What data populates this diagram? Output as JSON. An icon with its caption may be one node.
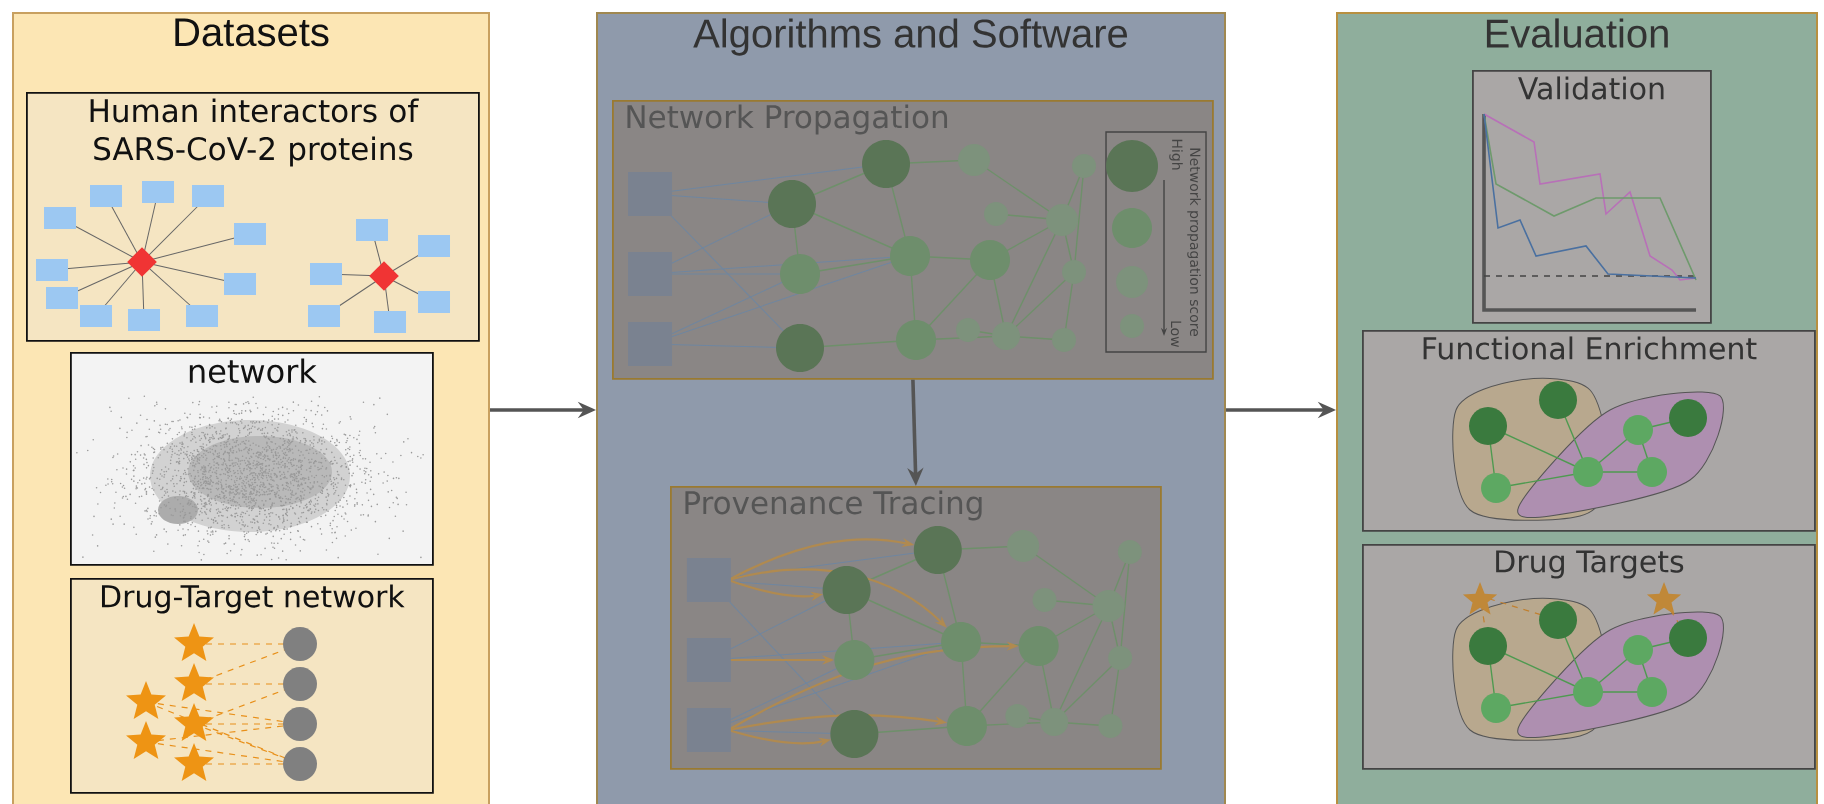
{
  "diagram": {
    "nodes": [
      {
        "text": [
          "Datasets"
        ]
      },
      {
        "text": [
          "Human interactors of SARS-CoV-2 proteins"
        ],
        "in": 0
      },
      {
        "text": [
          "network"
        ],
        "in": 0
      },
      {
        "text": [
          "Drug-Target network"
        ],
        "in": 0
      },
      {
        "text": [
          "Algorithms and Software"
        ]
      },
      {
        "text": [
          "Network Propagation"
        ],
        "in": 4
      },
      {
        "text": [
          "Provenance Tracing"
        ],
        "in": 4
      },
      {
        "text": [
          "Evaluation"
        ]
      },
      {
        "text": [
          "Validation"
        ],
        "in": 7
      },
      {
        "text": [
          "Functional Enrichment"
        ],
        "in": 7
      },
      {
        "text": [
          "Drug Targets"
        ],
        "in": 7
      }
    ],
    "edges": [
      {
        "from": 0,
        "to": 4,
        "arrow": "to"
      },
      {
        "from": 5,
        "to": 6,
        "arrow": "to"
      },
      {
        "from": 4,
        "to": 7,
        "arrow": "to"
      }
    ],
    "labels": [
      "Network propagation score",
      "High",
      "Low"
    ]
  }
}
